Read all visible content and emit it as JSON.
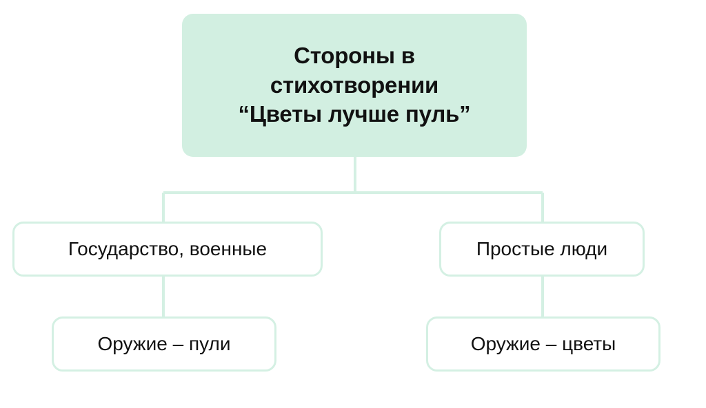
{
  "diagram": {
    "type": "tree",
    "title_text": "Стороны в стихотворении “Цветы лучше пуль”",
    "colors": {
      "root_fill": "#d2efe1",
      "branch_fill": "#ffffff",
      "border": "#d4f0e3",
      "connector": "#d4f0e3",
      "text": "#111111",
      "background": "#ffffff"
    },
    "nodes": {
      "root": {
        "label": "Стороны в\nстихотворении\n“Цветы лучше пуль”"
      },
      "level2": [
        {
          "label": "Государство, военные"
        },
        {
          "label": "Простые люди"
        }
      ],
      "level3": [
        {
          "label": "Оружие – пули"
        },
        {
          "label": "Оружие – цветы"
        }
      ]
    }
  }
}
